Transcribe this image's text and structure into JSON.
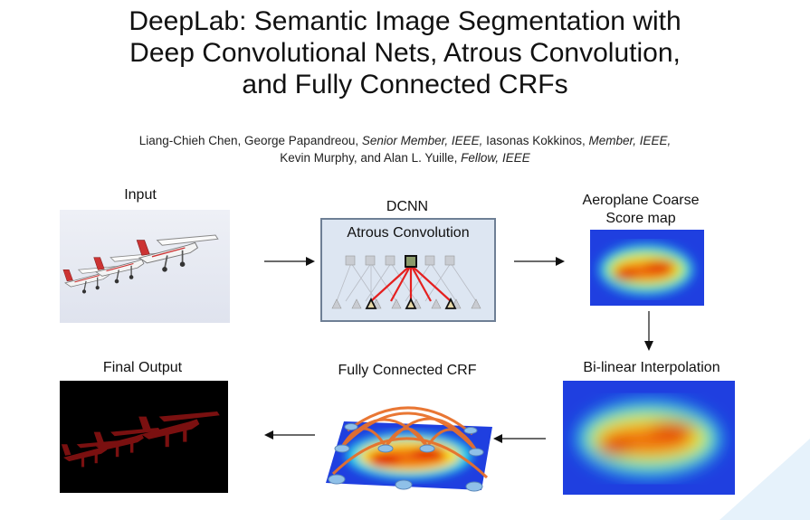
{
  "title": {
    "line1": "DeepLab: Semantic Image Segmentation with",
    "line2": "Deep Convolutional Nets, Atrous Convolution,",
    "line3": "and Fully Connected CRFs"
  },
  "authors": {
    "line1_a": "Liang-Chieh Chen, George Papandreou, ",
    "line1_b": "Senior Member, IEEE,",
    "line1_c": " Iasonas Kokkinos, ",
    "line1_d": "Member, IEEE,",
    "line2_a": "Kevin Murphy, and Alan L. Yuille, ",
    "line2_b": "Fellow, IEEE"
  },
  "diagram": {
    "input_label": "Input",
    "dcnn_label": "DCNN",
    "atrous_label": "Atrous Convolution",
    "coarse_label_1": "Aeroplane Coarse",
    "coarse_label_2": "Score map",
    "bilinear_label": "Bi-linear Interpolation",
    "crf_label": "Fully Connected CRF",
    "final_label": "Final Output"
  },
  "colors": {
    "dcnn_box_fill": "#dde6f2",
    "dcnn_box_border": "#6e7f95",
    "arrow": "#111111",
    "heat_background": "#1f3fe0",
    "heat_peak": "#e00000",
    "final_background": "#000000",
    "final_planes": "#7a1010"
  }
}
